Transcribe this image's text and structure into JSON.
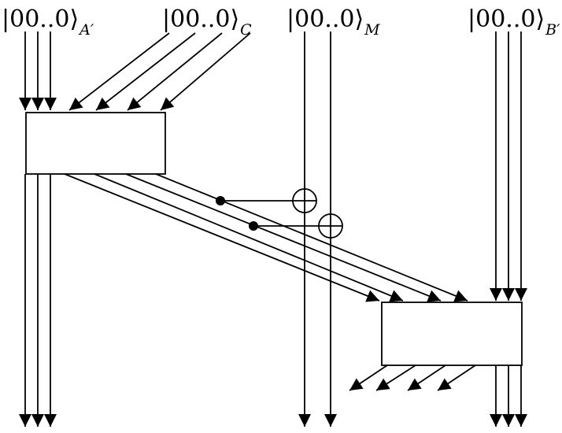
{
  "labels": {
    "a_prime": {
      "ket": "|00..0⟩",
      "sub": "A′"
    },
    "c": {
      "ket": "|00..0⟩",
      "sub": "C"
    },
    "m": {
      "ket": "|00..0⟩",
      "sub": "M"
    },
    "b_prime": {
      "ket": "|00..0⟩",
      "sub": "B′"
    }
  },
  "colors": {
    "stroke": "#000000",
    "background": "#ffffff"
  }
}
